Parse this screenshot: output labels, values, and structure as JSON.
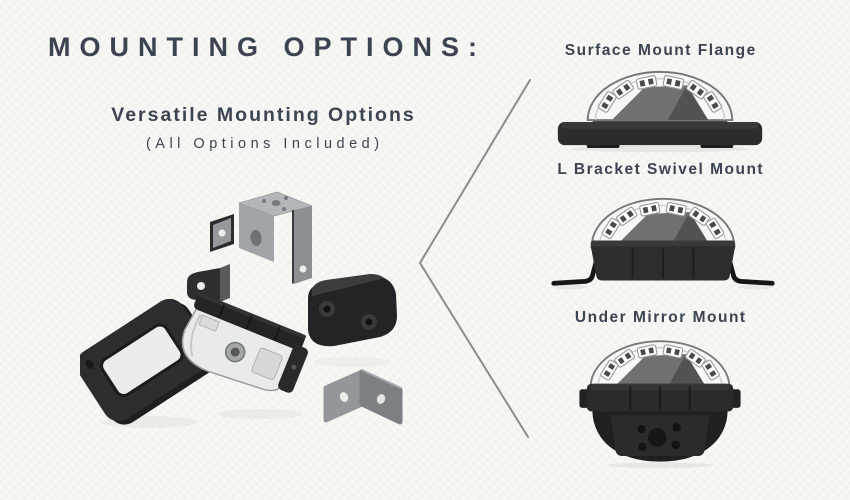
{
  "header": {
    "title": "MOUNTING OPTIONS:",
    "subtitle": "Versatile Mounting Options",
    "note": "(All Options Included)"
  },
  "exploded_view": {
    "parts": [
      "under-mirror-metal-bracket",
      "small-l-bracket",
      "surface-mount-rubber-flange",
      "clear-led-light-unit",
      "swivel-rubber-pod",
      "metal-l-bracket"
    ]
  },
  "options": [
    {
      "label": "Surface Mount Flange",
      "icon": "surface-mount-flange-image"
    },
    {
      "label": "L Bracket Swivel Mount",
      "icon": "l-bracket-swivel-mount-image"
    },
    {
      "label": "Under Mirror Mount",
      "icon": "under-mirror-mount-image"
    }
  ],
  "colors": {
    "background": "#F5F5F2",
    "heading": "#3B4450",
    "divider": "#8C8C8C",
    "product_dark": "#2B2B2B",
    "metal_gray": "#9DA0A3"
  }
}
